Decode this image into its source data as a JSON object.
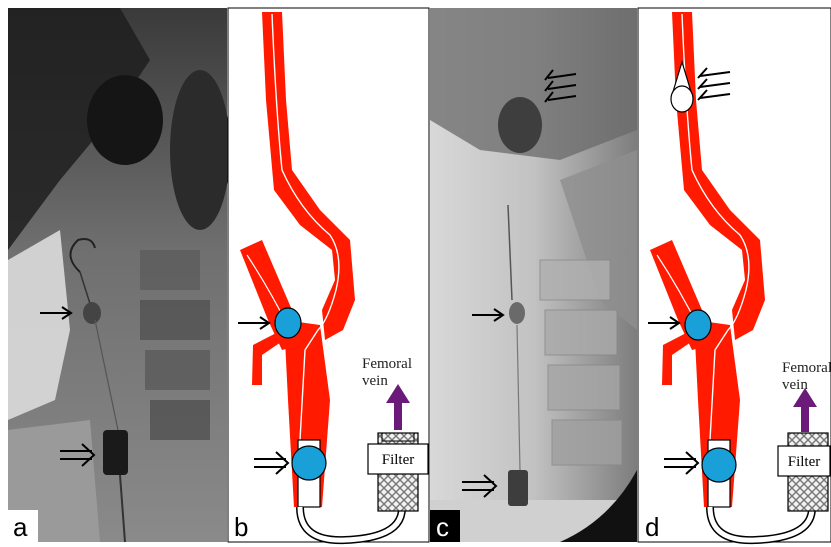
{
  "panels": {
    "a": {
      "label": "a"
    },
    "b": {
      "label": "b",
      "vein_label_line1": "Femoral",
      "vein_label_line2": "vein",
      "filter_label": "Filter"
    },
    "c": {
      "label": "c"
    },
    "d": {
      "label": "d",
      "vein_label_line1": "Femoral",
      "vein_label_line2": "vein",
      "filter_label": "Filter"
    }
  },
  "colors": {
    "artery": "#ff1a00",
    "balloon": "#1aa0d8",
    "flow_arrow": "#6b1a7a",
    "marker_arrow": "#000000"
  },
  "icons": [
    "single-arrow-icon",
    "double-arrow-icon",
    "triple-arrow-icon",
    "flow-arrow-icon"
  ]
}
